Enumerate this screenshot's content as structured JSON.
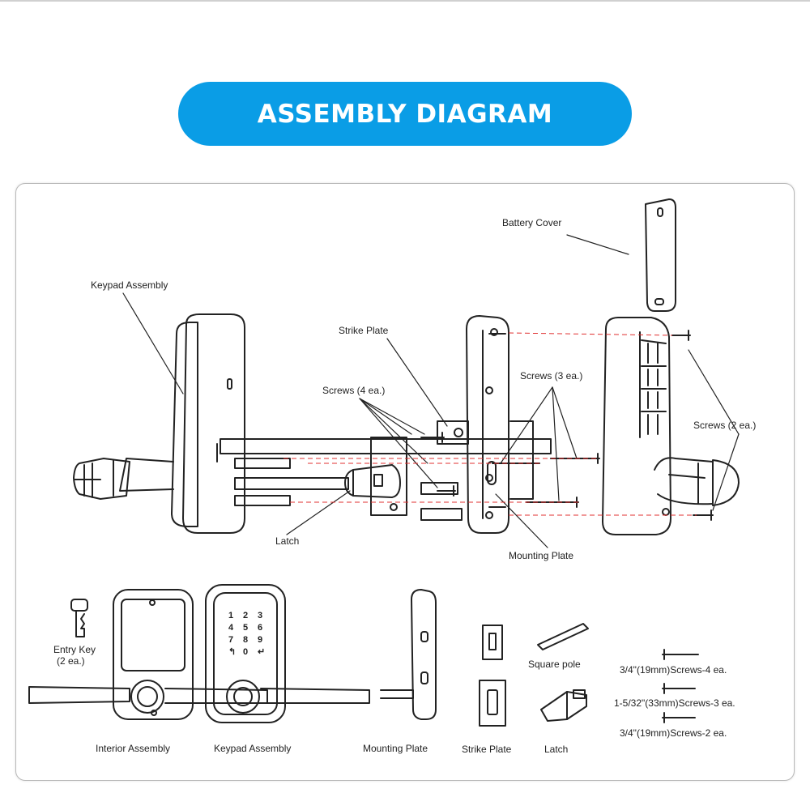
{
  "title": "ASSEMBLY DIAGRAM",
  "callouts": {
    "battery_cover": "Battery Cover",
    "keypad_assembly": "Keypad Assembly",
    "strike_plate": "Strike Plate",
    "screws_4": "Screws (4 ea.)",
    "screws_3": "Screws (3 ea.)",
    "screws_2": "Screws (2 ea.)",
    "latch": "Latch",
    "mounting_plate": "Mounting Plate"
  },
  "parts": {
    "entry_key_line1": "Entry Key",
    "entry_key_line2": "(2 ea.)",
    "interior_assembly": "Interior Assembly",
    "keypad_assembly": "Keypad Assembly",
    "mounting_plate": "Mounting Plate",
    "strike_plate": "Strike Plate",
    "latch": "Latch",
    "square_pole": "Square pole",
    "screws_a": "3/4\"(19mm)Screws-4 ea.",
    "screws_b": "1-5/32\"(33mm)Screws-3 ea.",
    "screws_c": "3/4\"(19mm)Screws-2 ea."
  },
  "keypad_keys": [
    "1",
    "2",
    "3",
    "4",
    "5",
    "6",
    "7",
    "8",
    "9",
    "↰",
    "0",
    "↵"
  ],
  "colors": {
    "accent": "#0a9de6",
    "guide_line": "#e03030",
    "line": "#222222"
  }
}
